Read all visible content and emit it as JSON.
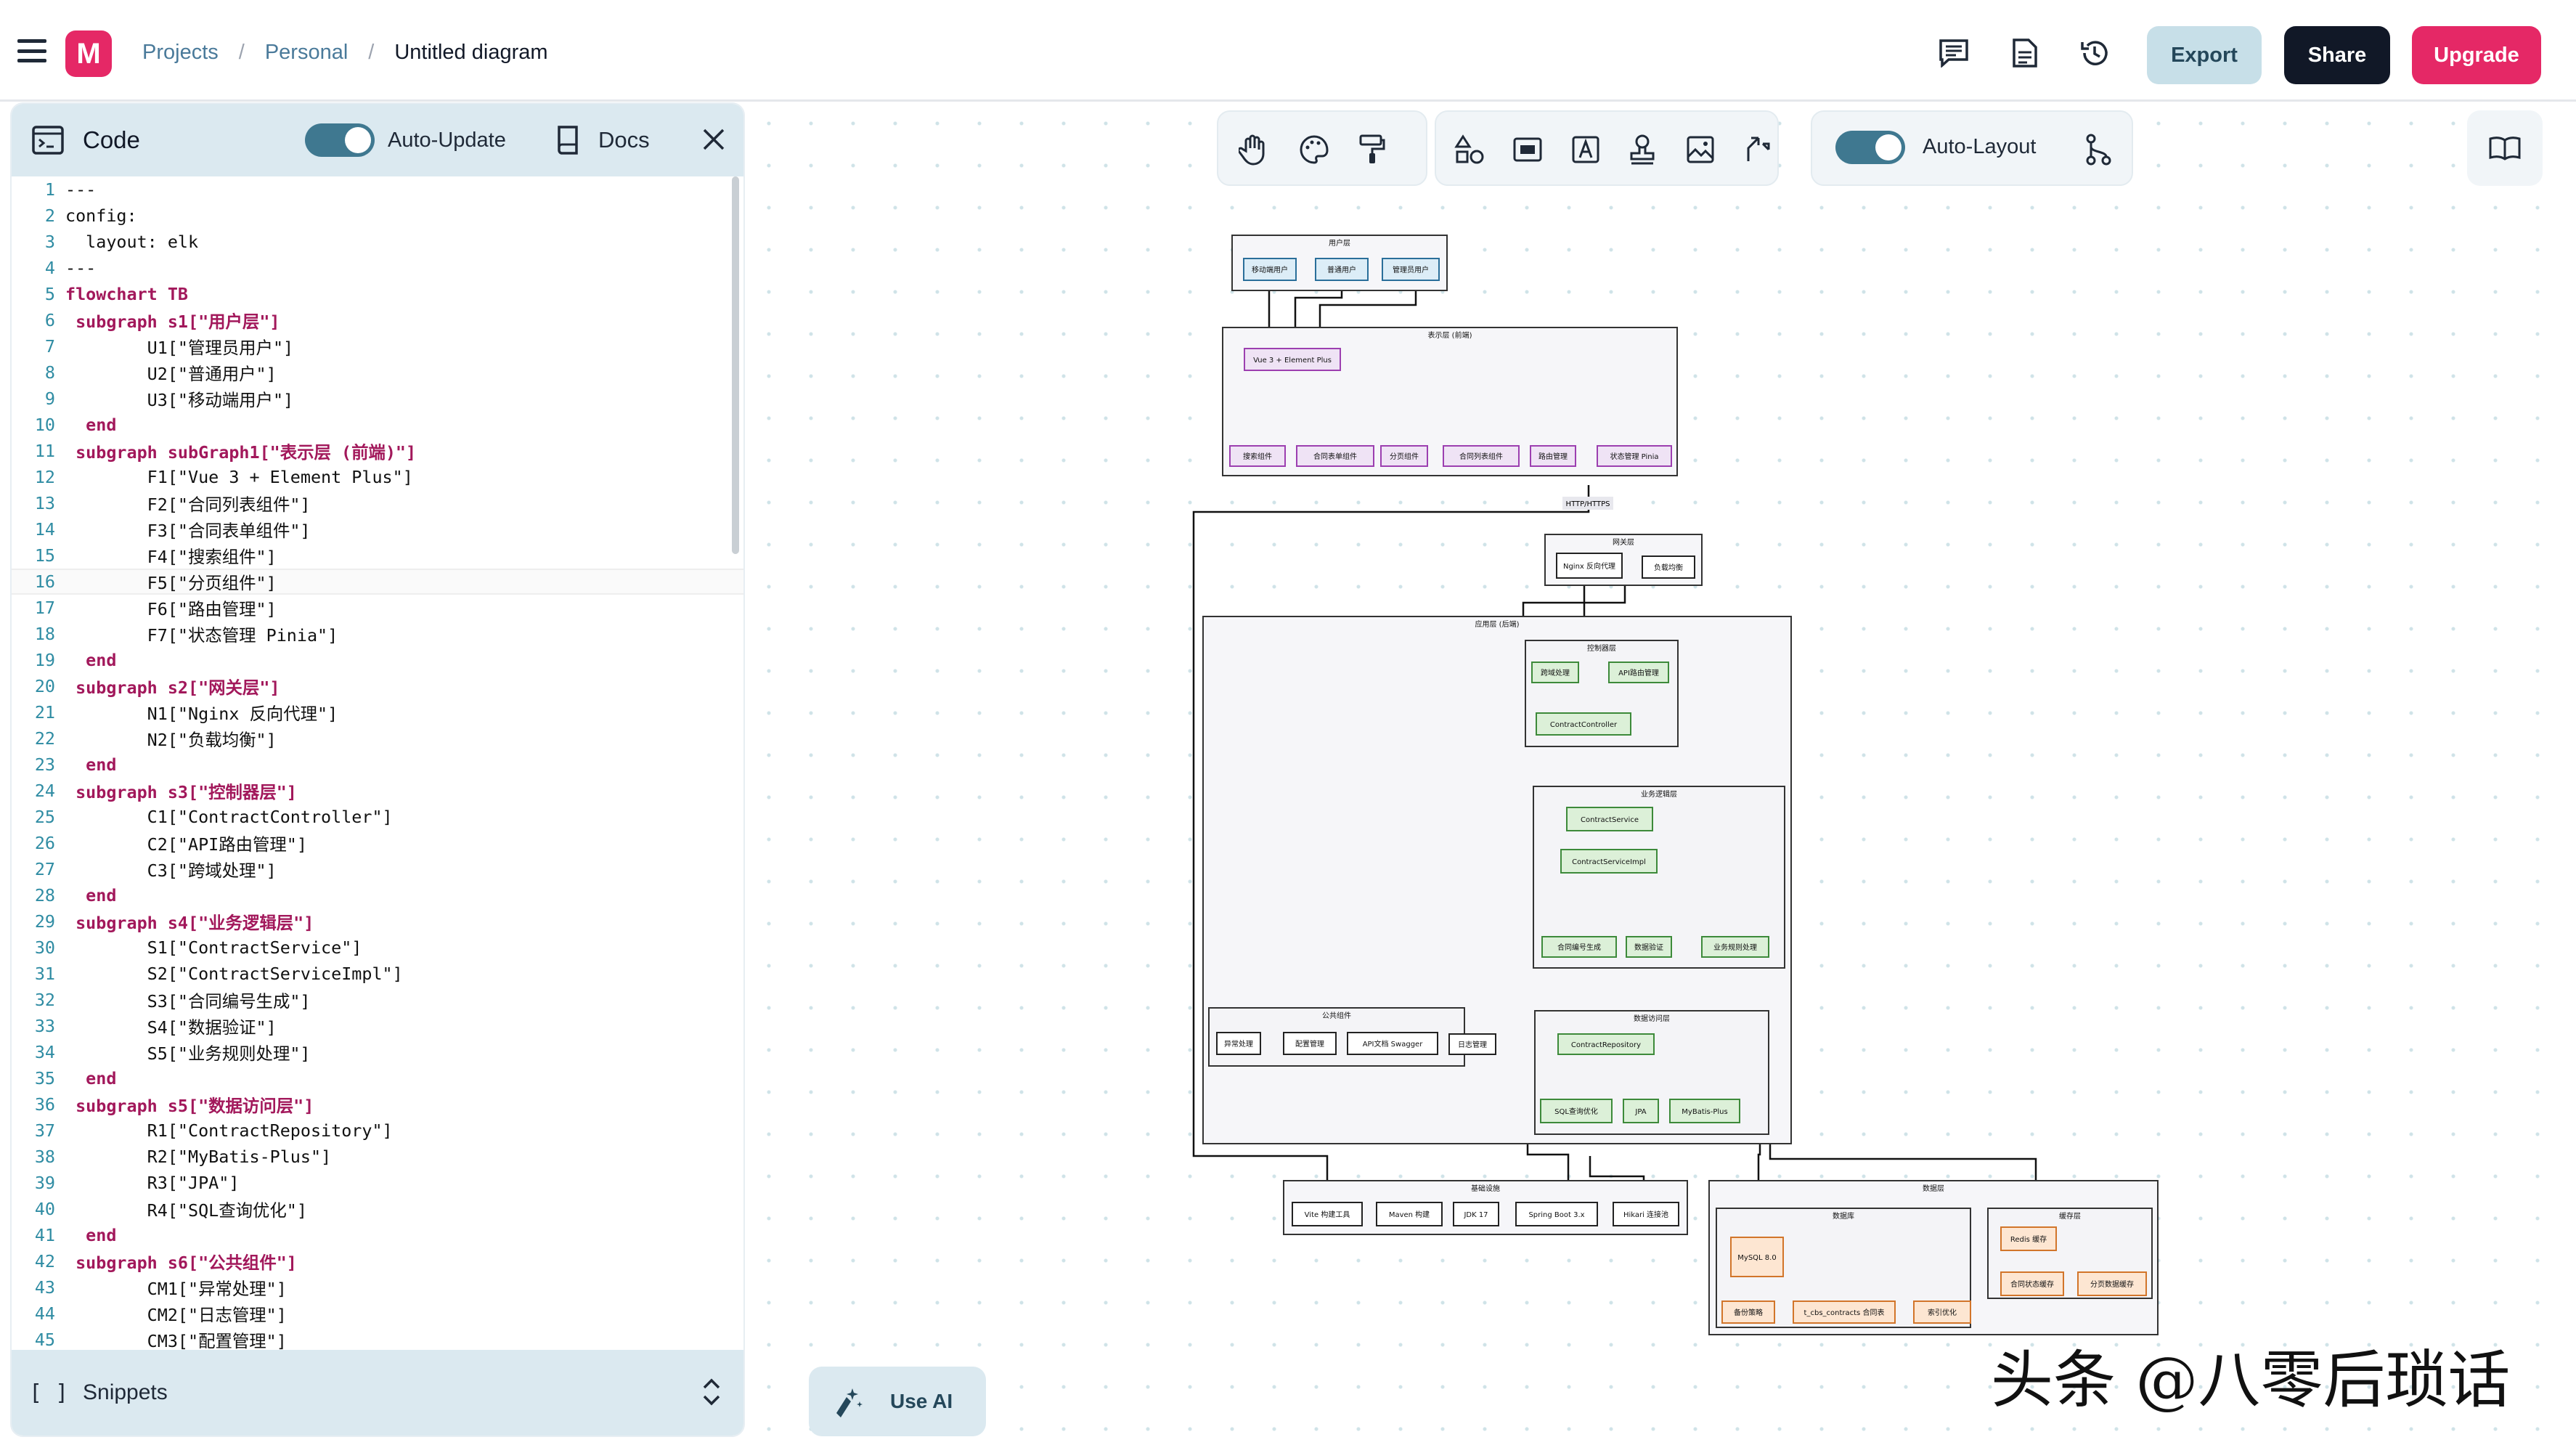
{
  "breadcrumb": {
    "projects": "Projects",
    "personal": "Personal",
    "diagram": "Untitled diagram",
    "sep": "/"
  },
  "header": {
    "export": "Export",
    "share": "Share",
    "upgrade": "Upgrade"
  },
  "icons": {
    "menu": "menu-icon",
    "comment": "comment-icon",
    "notes": "notes-icon",
    "history": "history-icon"
  },
  "editor": {
    "title": "Code",
    "auto_update": "Auto-Update",
    "docs": "Docs",
    "snippets": "Snippets",
    "lines": [
      "---",
      "config:",
      "  layout: elk",
      "---",
      "flowchart TB",
      " subgraph s1[\"用户层\"]",
      "        U1[\"管理员用户\"]",
      "        U2[\"普通用户\"]",
      "        U3[\"移动端用户\"]",
      "  end",
      " subgraph subGraph1[\"表示层 (前端)\"]",
      "        F1[\"Vue 3 + Element Plus\"]",
      "        F2[\"合同列表组件\"]",
      "        F3[\"合同表单组件\"]",
      "        F4[\"搜索组件\"]",
      "        F5[\"分页组件\"]",
      "        F6[\"路由管理\"]",
      "        F7[\"状态管理 Pinia\"]",
      "  end",
      " subgraph s2[\"网关层\"]",
      "        N1[\"Nginx 反向代理\"]",
      "        N2[\"负载均衡\"]",
      "  end",
      " subgraph s3[\"控制器层\"]",
      "        C1[\"ContractController\"]",
      "        C2[\"API路由管理\"]",
      "        C3[\"跨域处理\"]",
      "  end",
      " subgraph s4[\"业务逻辑层\"]",
      "        S1[\"ContractService\"]",
      "        S2[\"ContractServiceImpl\"]",
      "        S3[\"合同编号生成\"]",
      "        S4[\"数据验证\"]",
      "        S5[\"业务规则处理\"]",
      "  end",
      " subgraph s5[\"数据访问层\"]",
      "        R1[\"ContractRepository\"]",
      "        R2[\"MyBatis-Plus\"]",
      "        R3[\"JPA\"]",
      "        R4[\"SQL查询优化\"]",
      "  end",
      " subgraph s6[\"公共组件\"]",
      "        CM1[\"异常处理\"]",
      "        CM2[\"日志管理\"]",
      "        CM3[\"配置管理\"]"
    ]
  },
  "canvas": {
    "auto_layout": "Auto-Layout",
    "use_ai": "Use AI",
    "watermark": "头条 @八零后琐话"
  },
  "diagram": {
    "user_layer": "用户层",
    "mobile_user": "移动端用户",
    "normal_user": "普通用户",
    "admin_user": "管理员用户",
    "presentation_layer": "表示层 (前端)",
    "vue": "Vue 3 + Element Plus",
    "search": "搜索组件",
    "contract_form": "合同表单组件",
    "pager": "分页组件",
    "contract_list": "合同列表组件",
    "router": "路由管理",
    "pinia": "状态管理 Pinia",
    "http": "HTTP/HTTPS",
    "gateway_layer": "网关层",
    "nginx": "Nginx 反向代理",
    "lb": "负载均衡",
    "app_layer": "应用层 (后端)",
    "controller_layer": "控制器层",
    "cors": "跨域处理",
    "api_route": "API路由管理",
    "controller": "ContractController",
    "service_layer": "业务逻辑层",
    "service": "ContractService",
    "service_impl": "ContractServiceImpl",
    "number_gen": "合同编号生成",
    "validate": "数据验证",
    "rules": "业务规则处理",
    "common": "公共组件",
    "exception": "异常处理",
    "config_mgmt": "配置管理",
    "swagger": "API文档 Swagger",
    "log_mgmt": "日志管理",
    "dao_layer": "数据访问层",
    "repository": "ContractRepository",
    "sql_opt": "SQL查询优化",
    "jpa": "JPA",
    "mybatis": "MyBatis-Plus",
    "infra": "基础设施",
    "vite": "Vite 构建工具",
    "maven": "Maven 构建",
    "jdk": "JDK 17",
    "springboot": "Spring Boot 3.x",
    "hikari": "Hikari 连接池",
    "data_layer": "数据层",
    "database": "数据库",
    "mysql": "MySQL 8.0",
    "backup": "备份策略",
    "table": "t_cbs_contracts 合同表",
    "index": "索引优化",
    "cache_layer": "缓存层",
    "redis": "Redis 缓存",
    "contract_cache": "合同状态缓存",
    "page_cache": "分页数据缓存"
  }
}
